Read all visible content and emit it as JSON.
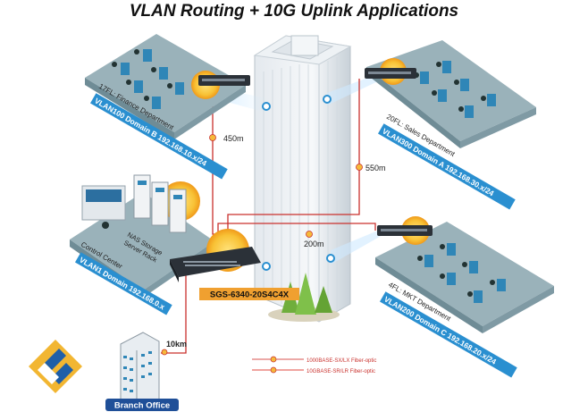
{
  "title": "VLAN Routing + 10G Uplink Applications",
  "zones": {
    "finance": {
      "floor": "17FL: Finance Department",
      "vlan": "VLAN100 Domain B 192.168.10.x/24"
    },
    "sales": {
      "floor": "20FL: Sales Department",
      "vlan": "VLAN300 Domain A 192.168.30.x/24"
    },
    "control": {
      "floor": "Control Center",
      "vlan": "VLAN1 Domain 192.168.0.x",
      "rack_line1": "NAS Storage",
      "rack_line2": "Server Rack"
    },
    "mkt": {
      "floor": "4FL: MKT Department",
      "vlan": "VLAN200 Domain C 192.168.20.x/24"
    }
  },
  "distances": {
    "finance": "450m",
    "sales": "550m",
    "center": "200m",
    "branch": "10km"
  },
  "core_switch": "SGS-6340-20S4C4X",
  "branch_office": "Branch Office",
  "legend": [
    {
      "label": "1000BASE-SX/LX Fiber-optic",
      "color": "#d9534f"
    },
    {
      "label": "10GBASE-SR/LR Fiber-optic",
      "color": "#e04a3f"
    }
  ],
  "colors": {
    "banner": "#2a8fd0",
    "fiber": "#c9302c",
    "switch_label_bg": "#f0a030",
    "platform": "#9ab2ba"
  }
}
